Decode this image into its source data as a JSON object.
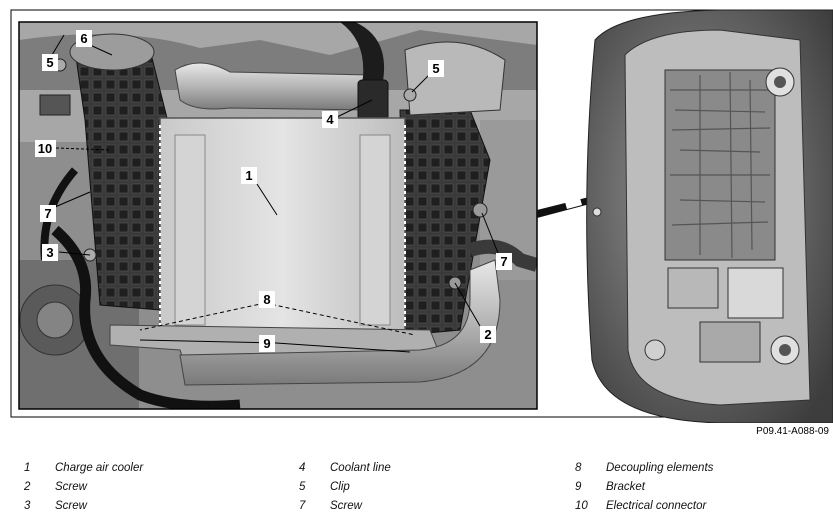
{
  "figure": {
    "code": "P09.41-A088-09",
    "callouts": {
      "c1": "1",
      "c2": "2",
      "c3": "3",
      "c4": "4",
      "c5a": "5",
      "c5b": "5",
      "c6": "6",
      "c7a": "7",
      "c7b": "7",
      "c8": "8",
      "c9": "9",
      "c10": "10"
    }
  },
  "legend": [
    {
      "num": "1",
      "text": "Charge air cooler"
    },
    {
      "num": "2",
      "text": "Screw"
    },
    {
      "num": "3",
      "text": "Screw"
    },
    {
      "num": "4",
      "text": "Coolant line"
    },
    {
      "num": "5",
      "text": "Clip"
    },
    {
      "num": "7",
      "text": "Screw"
    },
    {
      "num": "8",
      "text": "Decoupling elements"
    },
    {
      "num": "9",
      "text": "Bracket"
    },
    {
      "num": "10",
      "text": "Electrical connector"
    }
  ]
}
